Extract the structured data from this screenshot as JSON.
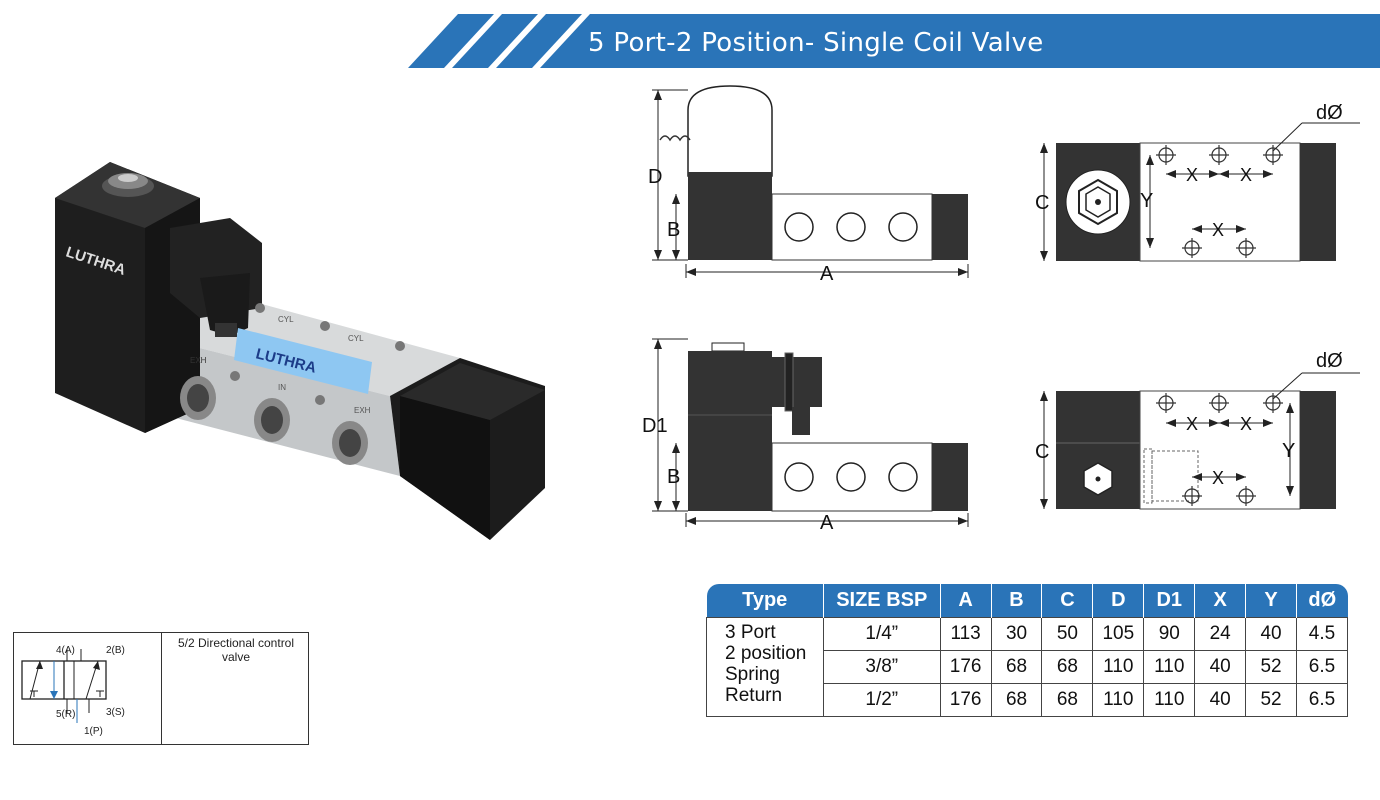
{
  "header": {
    "title": "5 Port-2 Position- Single Coil Valve",
    "color": "#2a74b8"
  },
  "product_photo": {
    "brand_label": "LUTHRA",
    "port_labels": [
      "CYL",
      "CYL",
      "EXH",
      "IN",
      "EXH"
    ]
  },
  "drawings": {
    "top_left": {
      "dims": [
        "D",
        "B",
        "A"
      ]
    },
    "top_right": {
      "dims": [
        "C",
        "Y",
        "X",
        "X",
        "X",
        "dØ"
      ]
    },
    "bottom_left": {
      "dims": [
        "D1",
        "B",
        "A"
      ]
    },
    "bottom_right": {
      "dims": [
        "C",
        "Y",
        "X",
        "X",
        "X",
        "dØ"
      ]
    }
  },
  "symbol": {
    "caption_line1": "5/2 Directional control",
    "caption_line2": "valve",
    "port_4": "4(A)",
    "port_2": "2(B)",
    "port_5": "5(R)",
    "port_3": "3(S)",
    "port_1": "1(P)"
  },
  "table": {
    "headers": [
      "Type",
      "SIZE BSP",
      "A",
      "B",
      "C",
      "D",
      "D1",
      "X",
      "Y",
      "dØ"
    ],
    "type_lines": [
      "3 Port",
      "2 position",
      "Spring",
      "Return"
    ],
    "rows": [
      [
        "1/4”",
        "113",
        "30",
        "50",
        "105",
        "90",
        "24",
        "40",
        "4.5"
      ],
      [
        "3/8”",
        "176",
        "68",
        "68",
        "110",
        "110",
        "40",
        "52",
        "6.5"
      ],
      [
        "1/2”",
        "176",
        "68",
        "68",
        "110",
        "110",
        "40",
        "52",
        "6.5"
      ]
    ]
  }
}
